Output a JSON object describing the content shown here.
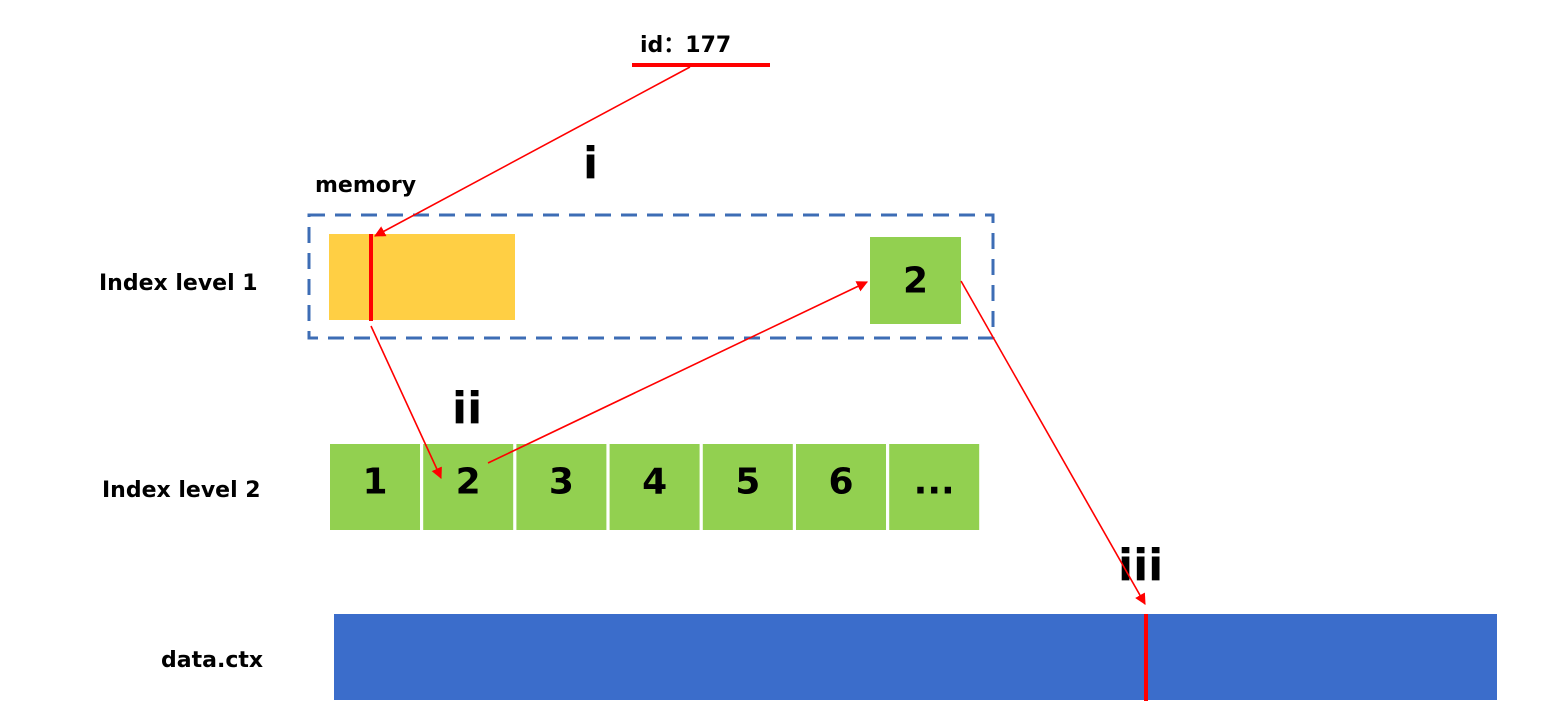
{
  "title_id": {
    "prefix": "id：",
    "value": "177"
  },
  "labels": {
    "memory": "memory",
    "index_level_1": "Index level 1",
    "index_level_2": "Index level 2",
    "data_ctx": "data.ctx"
  },
  "steps": [
    "i",
    "ii",
    "iii"
  ],
  "level1": {
    "selected_block": "2"
  },
  "level2": {
    "blocks": [
      "1",
      "2",
      "3",
      "4",
      "5",
      "6",
      "..."
    ],
    "selected_index": 1
  },
  "colors": {
    "pointer": "#ff0000",
    "memory_border": "#3d6db5",
    "memory_block": "#ffcf44",
    "index_block": "#92d050",
    "data_bar": "#3b6dcb",
    "text": "#000000"
  }
}
